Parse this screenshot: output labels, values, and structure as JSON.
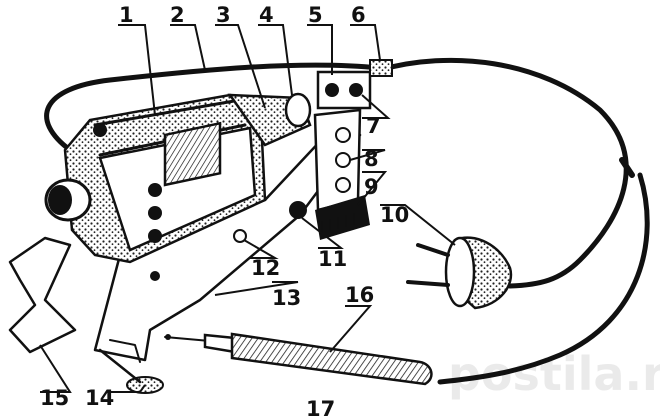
{
  "diagram": {
    "callouts": [
      {
        "id": "1",
        "label": "1"
      },
      {
        "id": "2",
        "label": "2"
      },
      {
        "id": "3",
        "label": "3"
      },
      {
        "id": "4",
        "label": "4"
      },
      {
        "id": "5",
        "label": "5"
      },
      {
        "id": "6",
        "label": "6"
      },
      {
        "id": "7",
        "label": "7"
      },
      {
        "id": "8",
        "label": "8"
      },
      {
        "id": "9",
        "label": "9"
      },
      {
        "id": "10",
        "label": "10"
      },
      {
        "id": "11",
        "label": "11"
      },
      {
        "id": "12",
        "label": "12"
      },
      {
        "id": "13",
        "label": "13"
      },
      {
        "id": "14",
        "label": "14"
      },
      {
        "id": "15",
        "label": "15"
      },
      {
        "id": "16",
        "label": "16"
      },
      {
        "id": "17",
        "label": "17"
      }
    ],
    "watermark": "postila.ru"
  }
}
